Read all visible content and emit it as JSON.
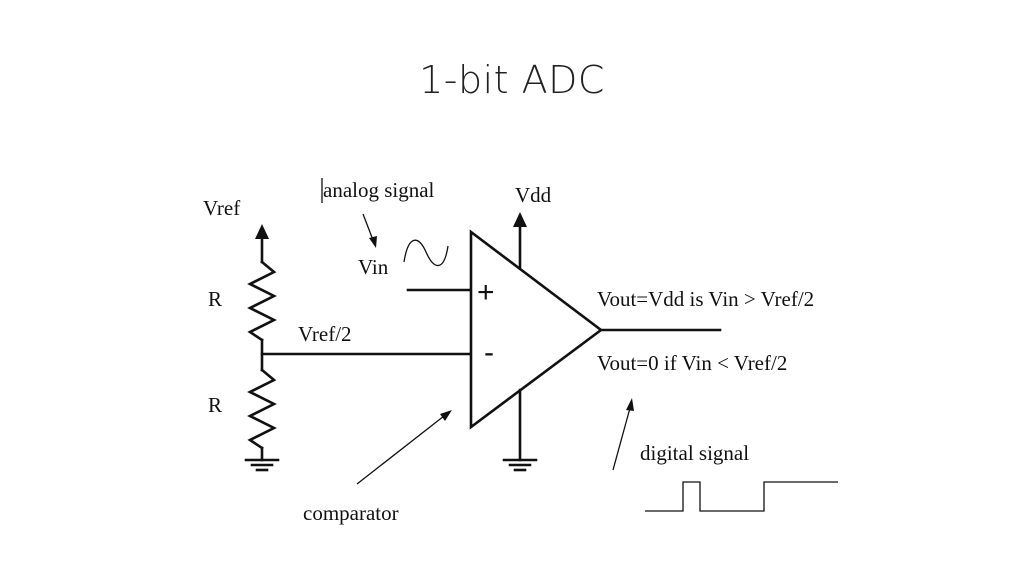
{
  "slide": {
    "title": "1-bit ADC"
  },
  "diagram": {
    "labels": {
      "vref": "Vref",
      "analog_signal": "analog signal",
      "vdd": "Vdd",
      "vin": "Vin",
      "r_top": "R",
      "r_bottom": "R",
      "vref_half": "Vref/2",
      "plus": "+",
      "minus": "-",
      "vout_high": "Vout=Vdd is  Vin > Vref/2",
      "vout_low": "Vout=0 if  Vin < Vref/2",
      "digital_signal": "digital signal",
      "comparator": "comparator"
    }
  }
}
